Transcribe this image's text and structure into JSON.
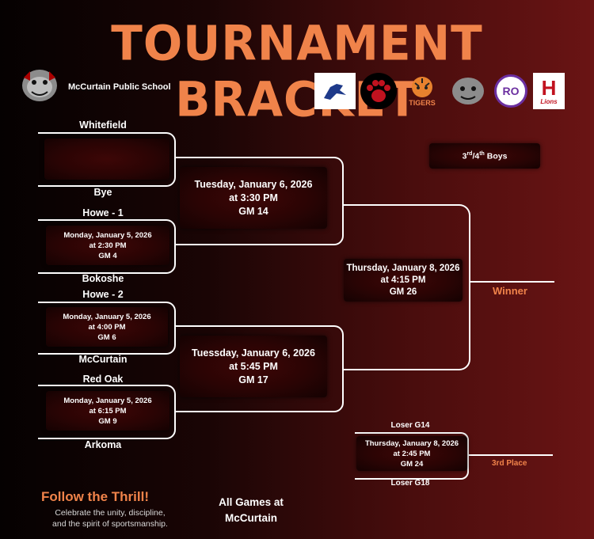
{
  "title": "TOURNAMENT BRACKET",
  "school": {
    "name": "McCurtain Public School",
    "logo_icon": "bulldog-logo-icon"
  },
  "logos": [
    {
      "icon": "mustang-logo-icon",
      "text": ""
    },
    {
      "icon": "panther-paw-logo-icon",
      "text": ""
    },
    {
      "icon": "tiger-logo-icon",
      "text": "TIGERS"
    },
    {
      "icon": "bulldog-logo-icon",
      "text": ""
    },
    {
      "icon": "ro-logo-icon",
      "text": "RO"
    },
    {
      "icon": "lions-h-logo-icon",
      "text": "Lions"
    }
  ],
  "bracket_label": {
    "base": "3",
    "sup1": "rd",
    "slash": "/4",
    "sup2": "th",
    "tail": " Boys"
  },
  "teams": {
    "whitefield": "Whitefield",
    "bye": "Bye",
    "howe1": "Howe - 1",
    "bokoshe": "Bokoshe",
    "howe2": "Howe - 2",
    "mccurtain": "McCurtain",
    "redoak": "Red Oak",
    "arkoma": "Arkoma",
    "loser14": "Loser G14",
    "loser18": "Loser G18"
  },
  "games": {
    "gm4": {
      "date": "Monday, January 5, 2026",
      "time": "at 2:30 PM",
      "gm": "GM 4"
    },
    "gm6": {
      "date": "Monday, January 5, 2026",
      "time": "at 4:00 PM",
      "gm": "GM 6"
    },
    "gm9": {
      "date": "Monday, January 5, 2026",
      "time": "at 6:15 PM",
      "gm": "GM 9"
    },
    "gm14": {
      "date": "Tuesday, January 6, 2026",
      "time": "at 3:30 PM",
      "gm": "GM 14"
    },
    "gm17": {
      "date": "Tuessday, January 6, 2026",
      "time": "at 5:45 PM",
      "gm": "GM  17"
    },
    "gm26": {
      "date": "Thursday, January 8, 2026",
      "time": "at 4:15 PM",
      "gm": "GM 26"
    },
    "gm24": {
      "date": "Thursday, January 8, 2026",
      "time": "at 2:45 PM",
      "gm": "GM 24"
    }
  },
  "winner_label": "Winner",
  "third_place_label": "3rd Place",
  "footer": {
    "headline": "Follow the Thrill!",
    "tagline_1": "Celebrate the unity, discipline,",
    "tagline_2": "and the spirit of sportsmanship.",
    "all_games_1": "All Games at",
    "all_games_2": "McCurtain"
  },
  "colors": {
    "accent": "#f0834a",
    "box": "#2a0404"
  }
}
